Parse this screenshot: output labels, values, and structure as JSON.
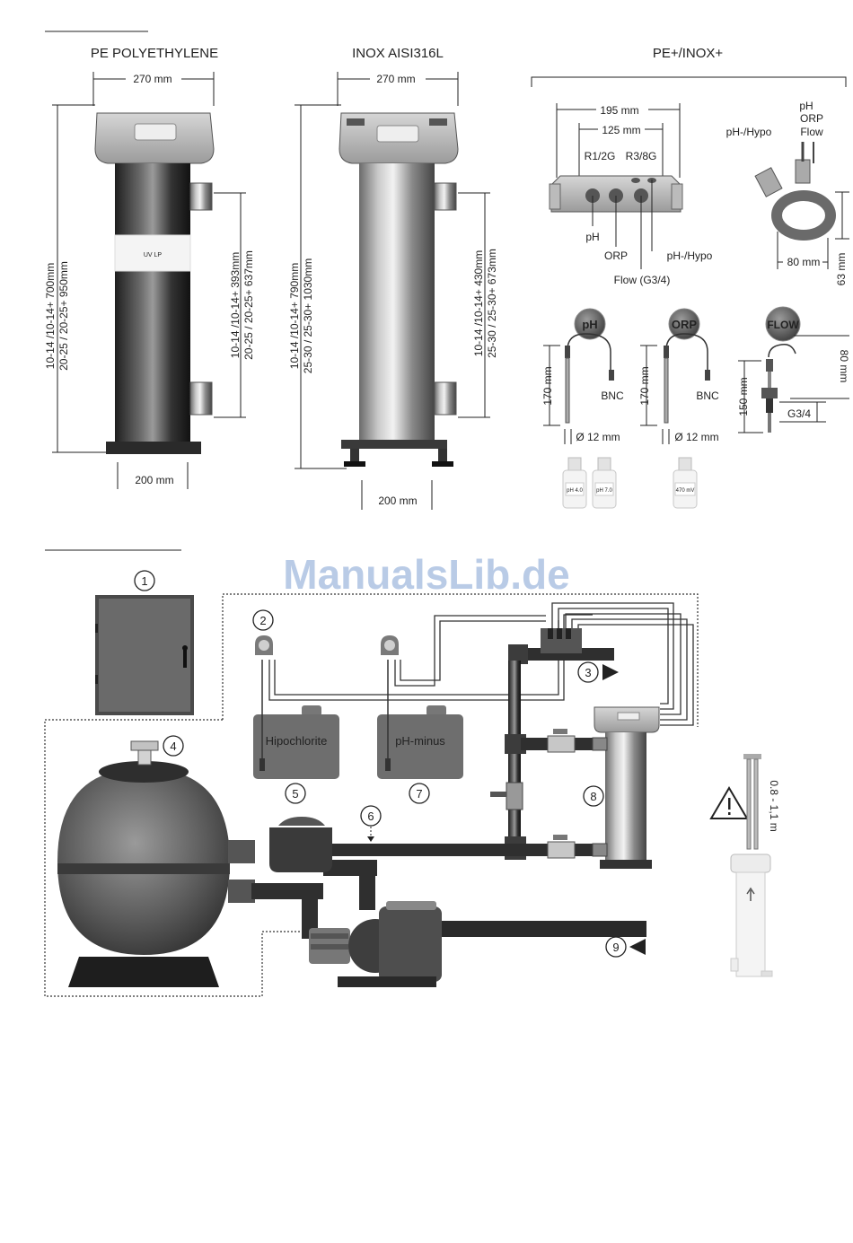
{
  "sections": {
    "pe": {
      "title": "PE POLYETHYLENE",
      "width": "270 mm",
      "base": "200 mm",
      "height_left": [
        "10-14 /10-14+ 700mm",
        "20-25 / 20-25+ 950mm"
      ],
      "height_right": [
        "10-14 /10-14+ 393mm",
        "20-25 / 20-25+ 637mm"
      ],
      "label": "UV LP"
    },
    "inox": {
      "title": "INOX AISI316L",
      "width": "270 mm",
      "base": "200 mm",
      "height_left": [
        "10-14 /10-14+ 790mm",
        "25-30 / 25-30+ 1030mm"
      ],
      "height_right": [
        "10-14 /10-14+ 430mm",
        "25-30 / 25-30+ 673mm"
      ]
    },
    "plus": {
      "title": "PE+/INOX+",
      "dim_195": "195 mm",
      "dim_125": "125 mm",
      "r12g": "R1/2G",
      "r38g": "R3/8G",
      "ph": "pH",
      "orp": "ORP",
      "ph_hypo": "pH-/Hypo",
      "flow_g34": "Flow (G3/4)",
      "ring_label_1": "pH-/Hypo",
      "ring_labels": [
        "pH",
        "ORP",
        "Flow"
      ],
      "dim_80": "80 mm",
      "dim_63": "63 mm"
    }
  },
  "probes": [
    {
      "badge": "pH",
      "length": "170 mm",
      "connector": "BNC",
      "diameter": "Ø 12 mm"
    },
    {
      "badge": "ORP",
      "length": "170 mm",
      "connector": "BNC",
      "diameter": "Ø 12 mm"
    },
    {
      "badge": "FLOW",
      "length": "150 mm",
      "thread": "G3/4",
      "side": "80 mm"
    }
  ],
  "bottles": [
    "pH 4.0",
    "pH 7.0",
    "470 mV"
  ],
  "watermark": "ManualsLib.de",
  "install": {
    "callouts": [
      "1",
      "2",
      "3",
      "4",
      "5",
      "6",
      "7",
      "8",
      "9"
    ],
    "tank_hypo": "Hipochlorite",
    "tank_phminus": "pH-minus",
    "height_range": "0.8 - 1,1 m"
  },
  "colors": {
    "line": "#222222",
    "steel_dark": "#3c3c3c",
    "steel_light": "#d8d8d8",
    "watermark": "#b9cbe6"
  }
}
